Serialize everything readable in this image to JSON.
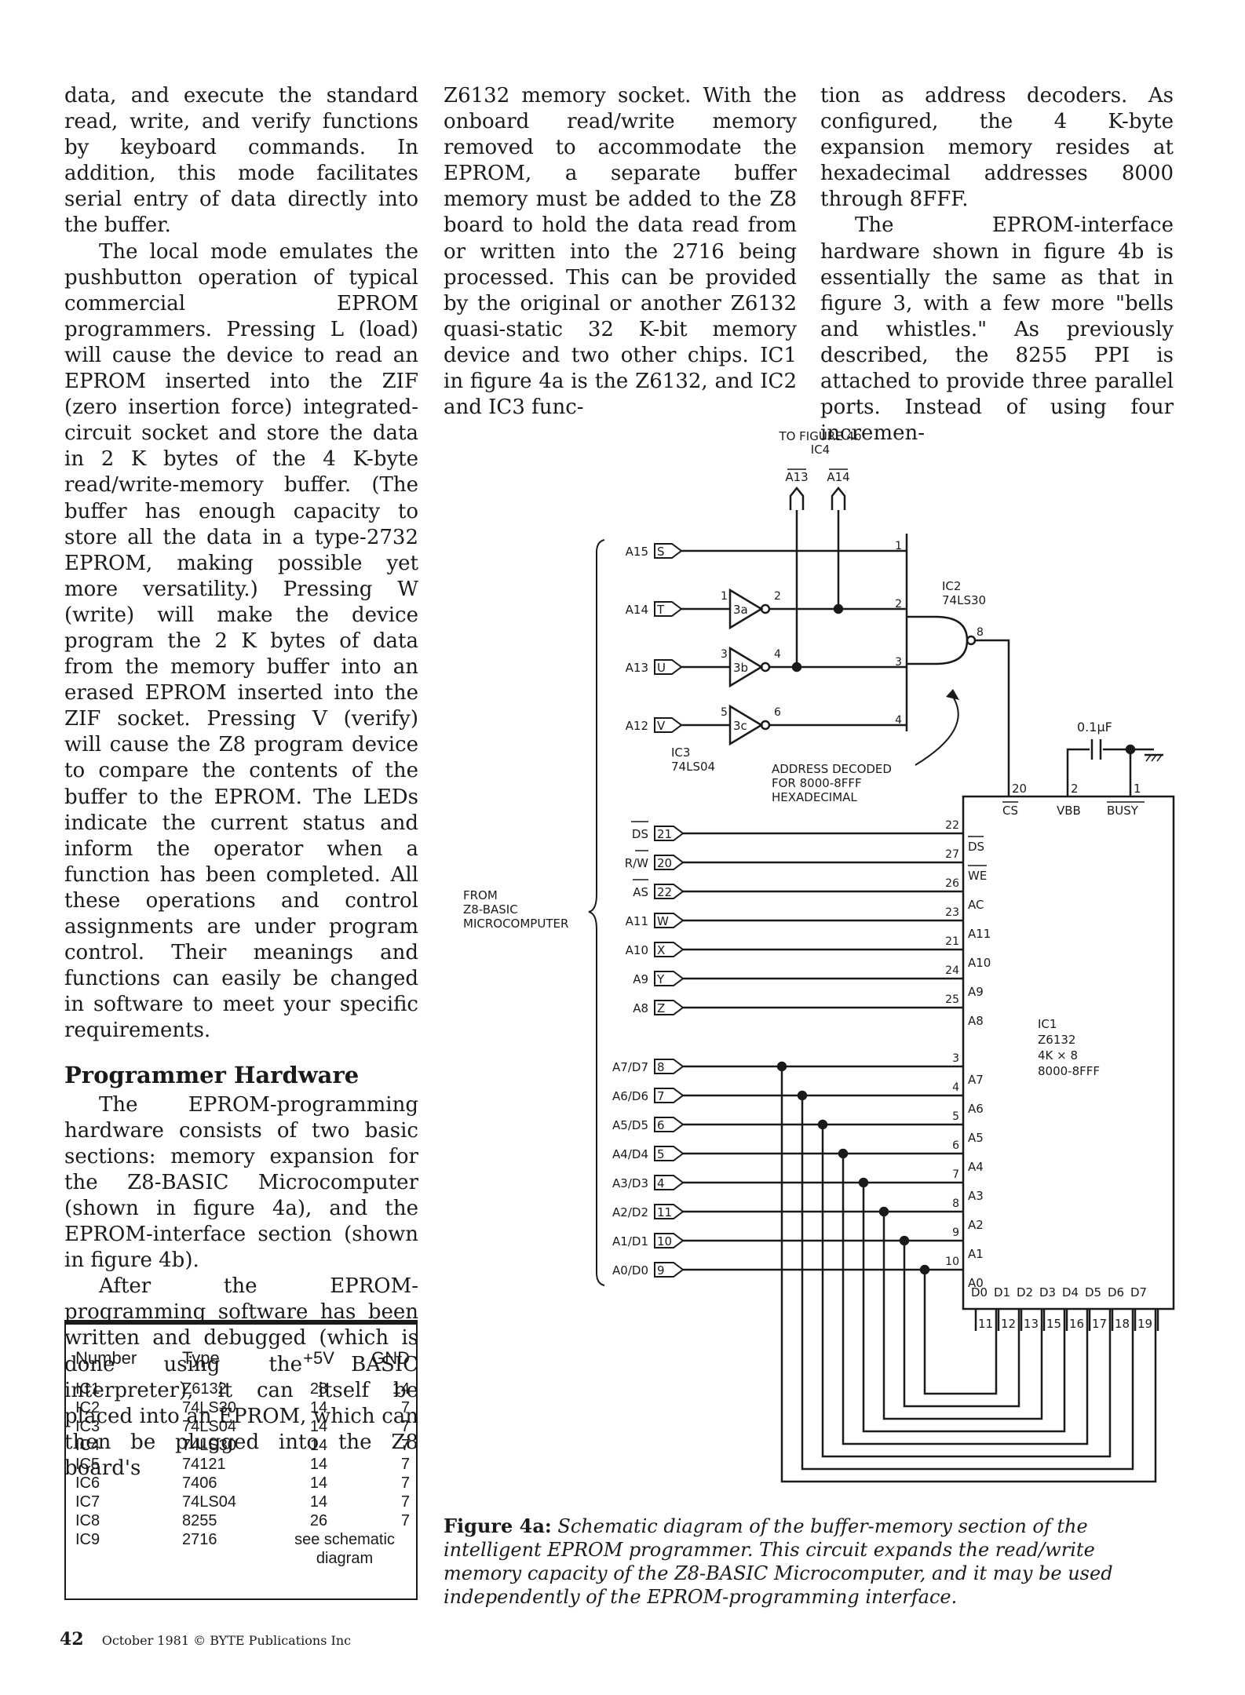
{
  "column1": {
    "p1": "data, and execute the standard read, write, and verify functions by keyboard commands. In addition, this mode facilitates serial entry of data directly into the buffer.",
    "p2": "The local mode emulates the pushbutton operation of typical commercial EPROM programmers. Pressing L (load) will cause the device to read an EPROM inserted into the ZIF (zero insertion force) integrated-circuit socket and store the data in 2 K bytes of the 4 K-byte read/write-memory buffer. (The buffer has enough capacity to store all the data in a type-2732 EPROM, making possible yet more versatility.) Pressing W (write) will make the device program the 2 K bytes of data from the memory buffer into an erased EPROM inserted into the ZIF socket. Pressing V (verify) will cause the Z8 program device to compare the contents of the buffer to the EPROM. The LEDs indicate the current status and inform the operator when a function has been completed. All these operations and control assignments are under program control. Their meanings and functions can easily be changed in software to meet your specific requirements.",
    "heading": "Programmer Hardware",
    "p3": "The EPROM-programming hardware consists of two basic sections: memory expansion for the Z8-BASIC Microcomputer (shown in figure 4a), and the EPROM-interface section (shown in figure 4b).",
    "p4": "After the EPROM-programming software has been written and debugged (which is done using the BASIC interpreter), it can itself be placed into an EPROM, which can then be plugged into the Z8 board's"
  },
  "column2": {
    "p1": "Z6132 memory socket. With the onboard read/write memory removed to accommodate the EPROM, a separate buffer memory must be added to the Z8 board to hold the data read from or written into the 2716 being processed. This can be provided by the original or another Z6132 quasi-static 32 K-bit memory device and two other chips. IC1 in figure 4a is the Z6132, and IC2 and IC3 func-"
  },
  "column3": {
    "p1": "tion as address decoders. As configured, the 4 K-byte expansion memory resides at hexadecimal addresses 8000 through 8FFF.",
    "p2": "The EPROM-interface hardware shown in figure 4b is essentially the same as that in figure 3, with a few more \"bells and whistles.\" As previously described, the 8255 PPI is attached to provide three parallel ports. Instead of using four incremen-"
  },
  "parts_table": {
    "headers": [
      "Number",
      "Type",
      "+5V",
      "GND"
    ],
    "rows": [
      [
        "IC1",
        "Z6132",
        "28",
        "14"
      ],
      [
        "IC2",
        "74LS30",
        "14",
        "7"
      ],
      [
        "IC3",
        "74LS04",
        "14",
        "7"
      ],
      [
        "IC4",
        "74LS30",
        "14",
        "7"
      ],
      [
        "IC5",
        "74121",
        "14",
        "7"
      ],
      [
        "IC6",
        "7406",
        "14",
        "7"
      ],
      [
        "IC7",
        "74LS04",
        "14",
        "7"
      ],
      [
        "IC8",
        "8255",
        "26",
        "7"
      ],
      [
        "IC9",
        "2716",
        "see schematic diagram",
        ""
      ]
    ]
  },
  "schematic": {
    "to_figure": "TO FIGURE 4b",
    "ic4": "IC4",
    "a13_bar": "A13",
    "a14_bar": "A14",
    "from_label": [
      "FROM",
      "Z8-BASIC",
      "MICROCOMPUTER"
    ],
    "upper_inputs": [
      {
        "sig": "A15",
        "pin": "S"
      },
      {
        "sig": "A14",
        "pin": "T"
      },
      {
        "sig": "A13",
        "pin": "U"
      },
      {
        "sig": "A12",
        "pin": "V"
      }
    ],
    "inverters": [
      "3a",
      "3b",
      "3c"
    ],
    "ic3_label": [
      "IC3",
      "74LS04"
    ],
    "ic2_label": [
      "IC2",
      "74LS30"
    ],
    "decode_note": [
      "ADDRESS DECODED",
      "FOR 8000-8FFF",
      "HEXADECIMAL"
    ],
    "cap_label": "0.1μF",
    "top_pins": [
      {
        "num": "20",
        "name": "CS"
      },
      {
        "num": "2",
        "name": "VBB"
      },
      {
        "num": "1",
        "name": "BUSY"
      }
    ],
    "ctrl_inputs": [
      {
        "sig": "DS",
        "pin": "21",
        "chip_pin": "22",
        "chip_name": "DS"
      },
      {
        "sig": "R/W",
        "pin": "20",
        "chip_pin": "27",
        "chip_name": "WE"
      },
      {
        "sig": "AS",
        "pin": "22",
        "chip_pin": "26",
        "chip_name": "AC"
      },
      {
        "sig": "A11",
        "pin": "W",
        "chip_pin": "23",
        "chip_name": "A11"
      },
      {
        "sig": "A10",
        "pin": "X",
        "chip_pin": "21",
        "chip_name": "A10"
      },
      {
        "sig": "A9",
        "pin": "Y",
        "chip_pin": "24",
        "chip_name": "A9"
      },
      {
        "sig": "A8",
        "pin": "Z",
        "chip_pin": "25",
        "chip_name": "A8"
      }
    ],
    "bus_inputs": [
      {
        "sig": "A7/D7",
        "pin": "8",
        "chip_pin": "3",
        "chip_name": "A7"
      },
      {
        "sig": "A6/D6",
        "pin": "7",
        "chip_pin": "4",
        "chip_name": "A6"
      },
      {
        "sig": "A5/D5",
        "pin": "6",
        "chip_pin": "5",
        "chip_name": "A5"
      },
      {
        "sig": "A4/D4",
        "pin": "5",
        "chip_pin": "6",
        "chip_name": "A4"
      },
      {
        "sig": "A3/D3",
        "pin": "4",
        "chip_pin": "7",
        "chip_name": "A3"
      },
      {
        "sig": "A2/D2",
        "pin": "11",
        "chip_pin": "8",
        "chip_name": "A2"
      },
      {
        "sig": "A1/D1",
        "pin": "10",
        "chip_pin": "9",
        "chip_name": "A1"
      },
      {
        "sig": "A0/D0",
        "pin": "9",
        "chip_pin": "10",
        "chip_name": "A0"
      }
    ],
    "ic1_label": [
      "IC1",
      "Z6132",
      "4K × 8",
      "8000-8FFF"
    ],
    "data_names": [
      "D0",
      "D1",
      "D2",
      "D3",
      "D4",
      "D5",
      "D6",
      "D7"
    ],
    "data_pins": [
      "11",
      "12",
      "13",
      "15",
      "16",
      "17",
      "18",
      "19"
    ]
  },
  "caption": {
    "label": "Figure 4a:",
    "text": "Schematic diagram of the buffer-memory section of the intelligent EPROM programmer. This circuit expands the read/write memory capacity of the Z8-BASIC Microcomputer, and it may be used independently of the EPROM-programming interface."
  },
  "footer": {
    "page": "42",
    "text": "October 1981 © BYTE Publications Inc"
  }
}
